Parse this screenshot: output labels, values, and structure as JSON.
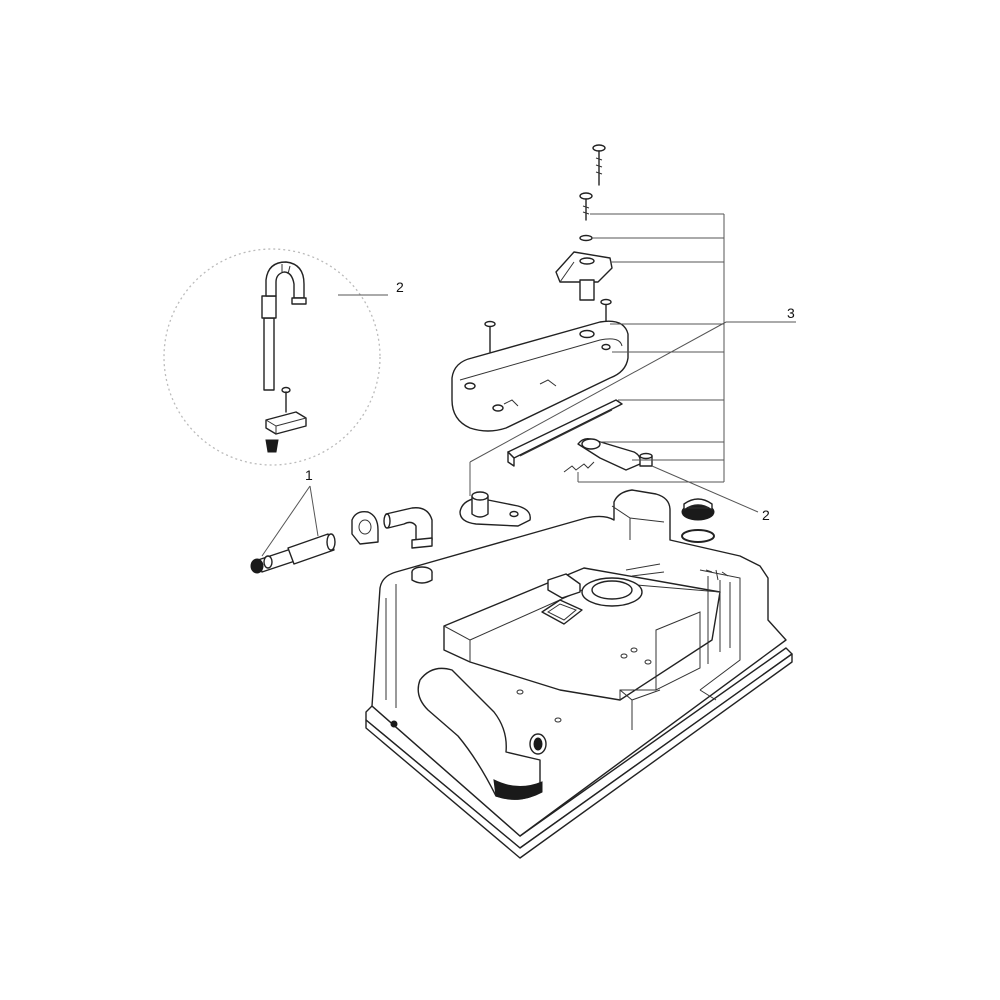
{
  "callouts": {
    "hose_kit": "1",
    "detail_circle": "2",
    "lever_assembly": "3",
    "cap_part": "2"
  },
  "colors": {
    "line": "#222222",
    "background": "#ffffff",
    "detail_circle": "#bbbbbb"
  }
}
